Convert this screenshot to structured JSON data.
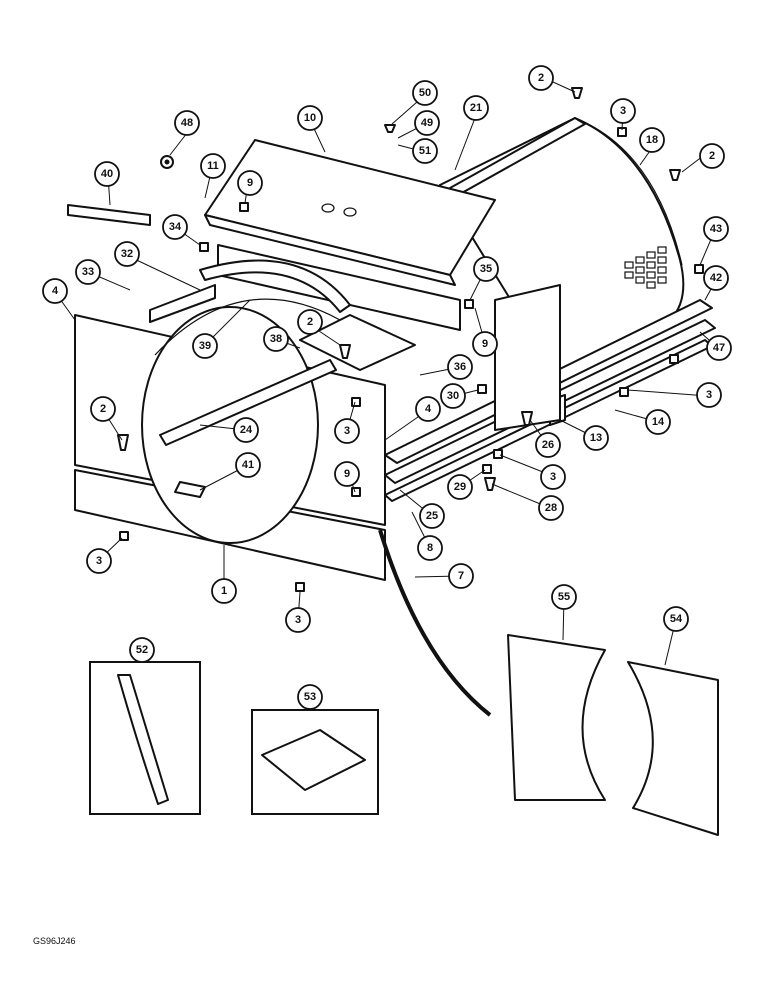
{
  "figure_code": "GS96J246",
  "callouts": [
    {
      "id": "c2a",
      "label": "2"
    },
    {
      "id": "c3a",
      "label": "3"
    },
    {
      "id": "c21",
      "label": "21"
    },
    {
      "id": "c18",
      "label": "18"
    },
    {
      "id": "c2b",
      "label": "2"
    },
    {
      "id": "c50",
      "label": "50"
    },
    {
      "id": "c49",
      "label": "49"
    },
    {
      "id": "c51",
      "label": "51"
    },
    {
      "id": "c10",
      "label": "10"
    },
    {
      "id": "c48",
      "label": "48"
    },
    {
      "id": "c11",
      "label": "11"
    },
    {
      "id": "c9a",
      "label": "9"
    },
    {
      "id": "c40",
      "label": "40"
    },
    {
      "id": "c34",
      "label": "34"
    },
    {
      "id": "c43",
      "label": "43"
    },
    {
      "id": "c42",
      "label": "42"
    },
    {
      "id": "c32",
      "label": "32"
    },
    {
      "id": "c35",
      "label": "35"
    },
    {
      "id": "c33",
      "label": "33"
    },
    {
      "id": "c4a",
      "label": "4"
    },
    {
      "id": "c2c",
      "label": "2"
    },
    {
      "id": "c38",
      "label": "38"
    },
    {
      "id": "c9b",
      "label": "9"
    },
    {
      "id": "c47",
      "label": "47"
    },
    {
      "id": "c39",
      "label": "39"
    },
    {
      "id": "c36",
      "label": "36"
    },
    {
      "id": "c3b",
      "label": "3"
    },
    {
      "id": "c30",
      "label": "30"
    },
    {
      "id": "c14",
      "label": "14"
    },
    {
      "id": "c2d",
      "label": "2"
    },
    {
      "id": "c4b",
      "label": "4"
    },
    {
      "id": "c3c",
      "label": "3"
    },
    {
      "id": "c24",
      "label": "24"
    },
    {
      "id": "c13",
      "label": "13"
    },
    {
      "id": "c26",
      "label": "26"
    },
    {
      "id": "c41",
      "label": "41"
    },
    {
      "id": "c3d",
      "label": "3"
    },
    {
      "id": "c9c",
      "label": "9"
    },
    {
      "id": "c29",
      "label": "29"
    },
    {
      "id": "c28",
      "label": "28"
    },
    {
      "id": "c25",
      "label": "25"
    },
    {
      "id": "c8",
      "label": "8"
    },
    {
      "id": "c3e",
      "label": "3"
    },
    {
      "id": "c1",
      "label": "1"
    },
    {
      "id": "c7",
      "label": "7"
    },
    {
      "id": "c3f",
      "label": "3"
    },
    {
      "id": "c55",
      "label": "55"
    },
    {
      "id": "c54",
      "label": "54"
    },
    {
      "id": "c52",
      "label": "52"
    },
    {
      "id": "c53",
      "label": "53"
    }
  ]
}
